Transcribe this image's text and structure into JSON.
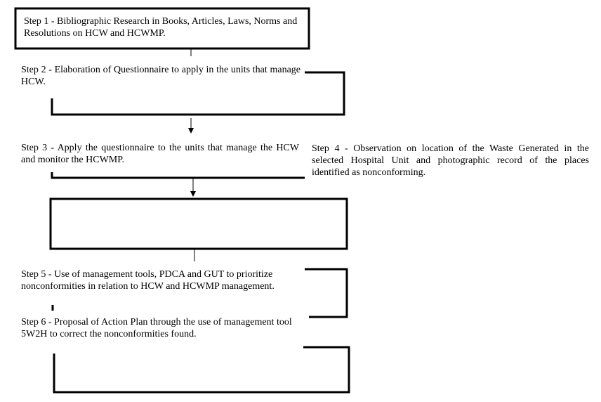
{
  "steps": {
    "step1": "Step 1 - Bibliographic Research in Books, Articles, Laws, Norms and Resolutions on HCW and HCWMP.",
    "step2": "Step 2 - Elaboration of Questionnaire to apply in the units that manage HCW.",
    "step3": "Step 3 - Apply the questionnaire to the units that manage the HCW and monitor the HCWMP.",
    "step4": "Step 4 - Observation on location of the Waste Generated in the selected Hospital Unit and photographic record of the places identified as nonconforming.",
    "step5": "Step 5 - Use of management tools, PDCA and GUT to prioritize nonconformities in relation to HCW and HCWMP management.",
    "step6": "Step 6 - Proposal of Action Plan through the use of management tool 5W2H to correct the nonconformities found."
  },
  "colors": {
    "ink": "#000000",
    "background": "#ffffff"
  }
}
